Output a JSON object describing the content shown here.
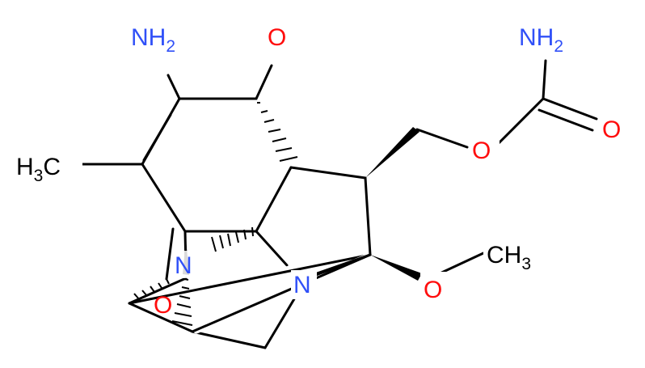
{
  "labels": {
    "amine_left": {
      "main": "NH",
      "sub": "2"
    },
    "ketone_oxygen": {
      "main": "O"
    },
    "methyl": {
      "main": "H",
      "sub": "3",
      "tail": "C"
    },
    "aziridine_n": {
      "main": "N"
    },
    "epoxide_o": {
      "main": "O"
    },
    "ring_n": {
      "main": "N"
    },
    "carbamate_amine": {
      "main": "NH",
      "sub": "2"
    },
    "carbonyl_oxygen": {
      "main": "O"
    },
    "ester_oxygen": {
      "main": "O"
    },
    "methoxy_oxygen": {
      "main": "O"
    },
    "methoxy_ch3": {
      "main": "CH",
      "sub": "3"
    }
  },
  "colors": {
    "bond": "#000000",
    "nitrogen": "#3050f8",
    "oxygen": "#ff0d0d",
    "carbon": "#000000"
  }
}
